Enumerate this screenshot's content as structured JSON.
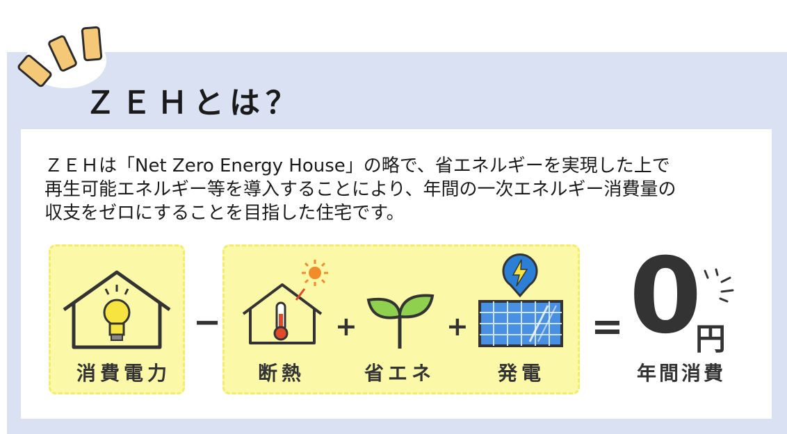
{
  "header": {
    "title": "ＺＥＨとは？"
  },
  "description": {
    "lines": [
      "ＺＥＨは「Net Zero Energy House」の略で、省エネルギーを実現した上で",
      "再生可能エネルギー等を導入することにより、年間の一次エネルギー消費量の",
      "収支をゼロにすることを目指した住宅です。"
    ]
  },
  "equation": {
    "consumption_label": "消費電力",
    "insulation_label": "断熱",
    "energy_saving_label": "省エネ",
    "generation_label": "発電",
    "minus": "−",
    "plus": "+",
    "equals": "=",
    "result_value": "0",
    "result_unit": "円",
    "result_label": "年間消費"
  },
  "colors": {
    "outer_bg": "#d9e1f2",
    "panel_yellow": "#fbf8a8",
    "accent_orange": "#f5c878",
    "bulb_yellow": "#f7e440",
    "leaf_green": "#8fd14f",
    "solar_blue": "#4a90e2",
    "pin_blue": "#2b7fd4",
    "text_dark": "#333333"
  },
  "icons": [
    "accent-stripes-icon",
    "house-lightbulb-icon",
    "house-thermometer-icon",
    "sun-icon",
    "sprout-icon",
    "solar-panel-icon",
    "lightning-pin-icon",
    "sparkle-lines-icon"
  ]
}
